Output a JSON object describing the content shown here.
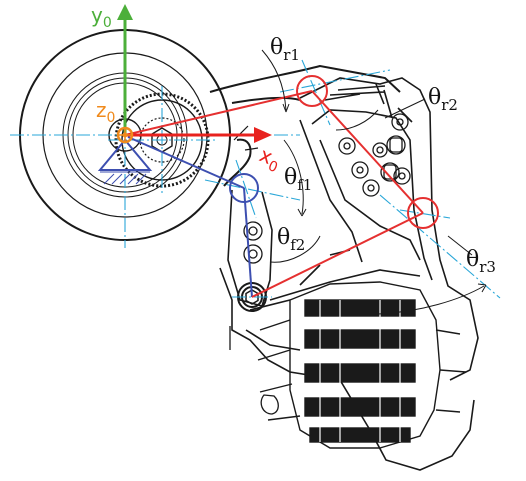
{
  "axes": {
    "y": {
      "letter": "y",
      "sub": "0",
      "color": "#4caf3a"
    },
    "x": {
      "letter": "x",
      "sub": "0",
      "color": "#e8221e"
    },
    "z": {
      "letter": "z",
      "sub": "0",
      "color": "#f08a1c"
    }
  },
  "angles": {
    "r1": {
      "theta": "θ",
      "sub": "r1"
    },
    "r2": {
      "theta": "θ",
      "sub": "r2"
    },
    "f1": {
      "theta": "θ",
      "sub": "f1"
    },
    "f2": {
      "theta": "θ",
      "sub": "f2"
    },
    "r3": {
      "theta": "θ",
      "sub": "r3"
    }
  },
  "colors": {
    "drawing": "#1a1a1a",
    "centerline": "#2aa7d8",
    "rear_link": "#e53030",
    "front_link": "#3d4fb0"
  }
}
